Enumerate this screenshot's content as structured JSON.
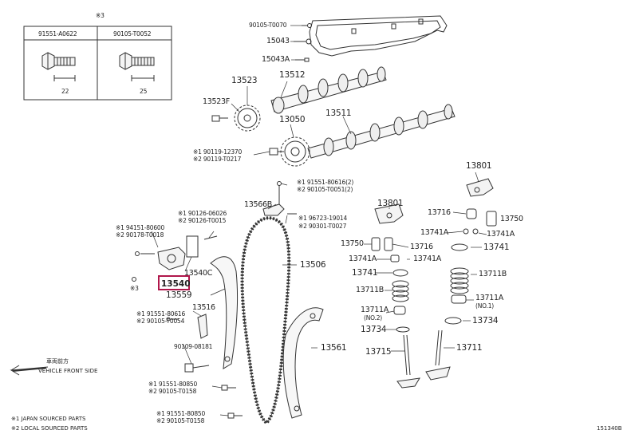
{
  "inset": {
    "mark": "※3",
    "cols": [
      {
        "part": "91551-A0622",
        "dim": "22"
      },
      {
        "part": "90105-T0052",
        "dim": "25"
      }
    ]
  },
  "callout": "13540",
  "labels": {
    "p90105_T0070": "90105-T0070",
    "p15043": "15043",
    "p15043A": "15043A",
    "p13523": "13523",
    "p13512": "13512",
    "p13523F": "13523F",
    "p13050": "13050",
    "p13511": "13511",
    "n1_90119_12370": "※1 90119-12370",
    "n2_90119_T0217": "※2 90119-T0217",
    "n1_91551_80616": "※1 91551-80616(2)",
    "n2_90105_T0051": "※2 90105-T0051(2)",
    "p13566B": "13566B",
    "n1_96723_19014": "※1 96723-19014",
    "n2_90301_T0027": "※2 90301-T0027",
    "n1_90126_06026": "※1 90126-06026",
    "n2_90126_T0015": "※2 90126-T0015",
    "n1_94151_80600": "※1 94151-80600",
    "n2_90178_T0018": "※2 90178-T0018",
    "p13540C": "13540C",
    "mark3": "※3",
    "p13506": "13506",
    "p13559": "13559",
    "p13516": "13516",
    "n1_91551_80616b": "※1 91551-80616",
    "n2_90105_T0054": "※2 90105-T0054",
    "p90109_08181": "90109-08181",
    "p13561": "13561",
    "n1_91551_80850a": "※1 91551-80850",
    "n2_90105_T0158a": "※2 90105-T0158",
    "n1_91551_80850b": "※1 91551-80850",
    "n2_90105_T0158b": "※2 90105-T0158",
    "p13801a": "13801",
    "p13801b": "13801",
    "p13716a": "13716",
    "p13750a": "13750",
    "p13741Aa": "13741A",
    "p13741Ab": "13741A",
    "p13750b": "13750",
    "p13716b": "13716",
    "p13741Ac": "13741A",
    "p13741Ad": "13741A",
    "p13741a": "13741",
    "p13741b": "13741",
    "p13711B_a": "13711B",
    "p13711B_b": "13711B",
    "p13711A_a": "13711A",
    "no2": "(NO.2)",
    "p13711A_b": "13711A",
    "no1": "(NO.1)",
    "p13734a": "13734",
    "p13734b": "13734",
    "p13715": "13715",
    "p13711": "13711"
  },
  "front": {
    "cn": "車両前方",
    "en": "VEHICLE FRONT SIDE"
  },
  "legend": {
    "l1": "※1 JAPAN SOURCED PARTS",
    "l2": "※2 LOCAL SOURCED PARTS"
  },
  "diagram_id": "151340B"
}
